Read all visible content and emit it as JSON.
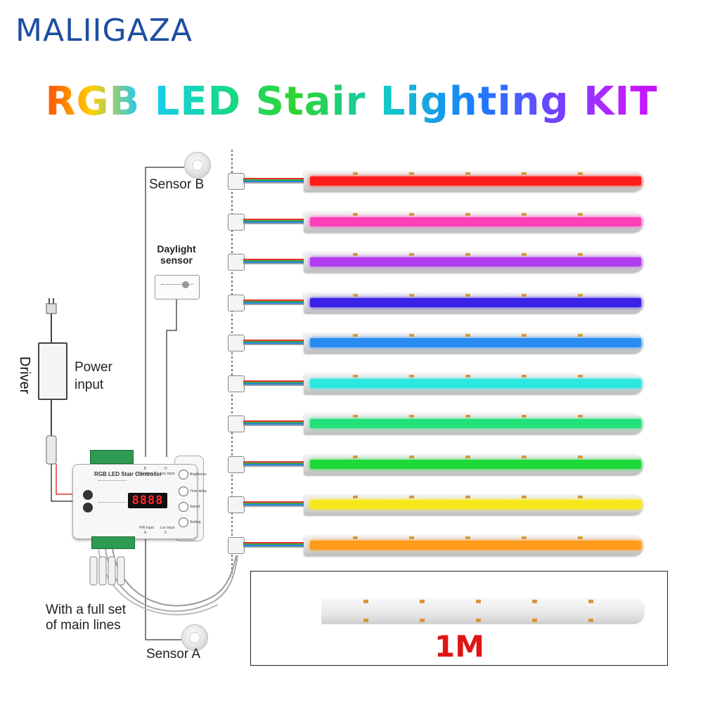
{
  "brand": "MALIIGAZA",
  "title": "RGB LED Stair Lighting KIT",
  "labels": {
    "sensor_b": "Sensor B",
    "sensor_a": "Sensor A",
    "daylight_line1": "Daylight",
    "daylight_line2": "sensor",
    "power_line1": "Power",
    "power_line2": "input",
    "driver": "Driver",
    "main_lines_line1": "With a full set",
    "main_lines_line2": "of main lines",
    "inset_length": "1M"
  },
  "controller": {
    "title": "RGB LED Stair Controller",
    "display": "8888",
    "buttons": [
      "Brightness",
      "Time delay",
      "Speed",
      "Setting"
    ],
    "top_labels": [
      "B",
      "PIR Input",
      "D",
      "Lux input"
    ],
    "bottom_labels": [
      "PIR Input",
      "A",
      "Lux input",
      "C"
    ]
  },
  "strip_colors": [
    "#ff1b1b",
    "#ff3fb9",
    "#b23cf0",
    "#3a22e6",
    "#2a8cf2",
    "#2ce6e0",
    "#22e07a",
    "#1fd83a",
    "#f6e81a",
    "#ff9a1a"
  ],
  "wire_colors": [
    "#e53935",
    "#43a047",
    "#1e88e5",
    "#9e9e9e"
  ]
}
